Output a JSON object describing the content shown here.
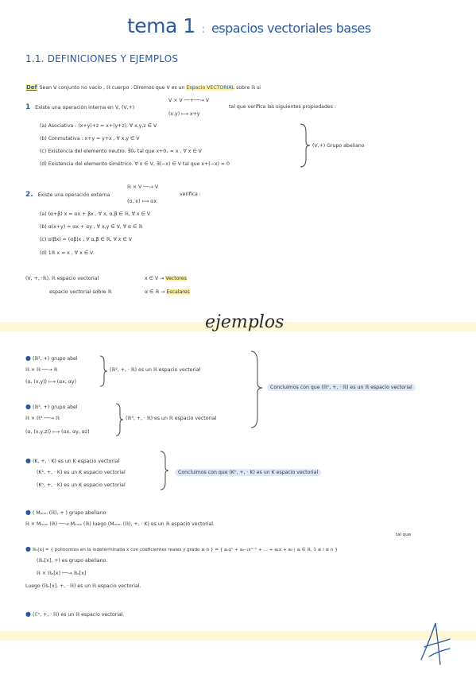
{
  "title": {
    "main": "tema 1",
    "sep": ":",
    "sub": "espacios vectoriales bases"
  },
  "section": "1.1. DEFINICIONES  Y  EJEMPLOS",
  "definition": {
    "tag": "Def",
    "text_before": "Sean  V  conjunto no vacío ,  ℝ  cuerpo . Diremos  que  V  es  un",
    "highlight": "Espacio  VECTORIAL",
    "text_after": "sobre  ℝ  si"
  },
  "prop1": {
    "number": "1",
    "text": "Existe  una  operación  interna  en  V,  (V,+)",
    "map_top": "V × V  ──+──→  V",
    "map_bottom": "(x,y)  ⟼  x+y",
    "tail": "tal  que  verifica  las  siguientes  propiedades :",
    "items": [
      "(a)  Asociativa :  (x+y)+z =  x+(y+z),  ∀ x,y,z ∈ V",
      "(b)  Conmutativa :   x+y  = y+x ,  ∀ x,y ∈ V",
      "(c)  Existencia  del  elemento  neutro.  ∃0ᵥ  tal  que    x+0ᵥ = x , ∀ x ∈ V",
      "(d)  Existencia  del  elemento  simétrico.   ∀ x ∈ V,  ∃(−x) ∈ V  tal  que   x+(−x) = 0"
    ],
    "group_label": "(V,+)  Grupo  abeliano"
  },
  "prop2": {
    "number": "2.",
    "text": "Existe  una  operación  externa",
    "map_top": "ℝ × V  ──→  V",
    "map_bottom": "(α, x) ⟼ αx",
    "tail": "verifica  :",
    "items": [
      "(a)  (α+β) x =  αx + βx ,  ∀ x,  α,β ∈ ℝ,  ∀ x ∈ V",
      "(b)  α(x+y)  =  αx + αy ,  ∀ x,y ∈ V,  ∀ α ∈ ℝ",
      "(c)  α(βx) =  (αβ)x ,   ∀ α,β ∈ ℝ,  ∀ x ∈ V",
      "(d)  1ℝ x = x ,  ∀ x ∈ V."
    ]
  },
  "summary": {
    "left_top": "(V, +, ·ℝ),  ℝ  espacio  vectorial",
    "left_bottom": "espacio  vectorial  sobre  ℝ",
    "right_top_pre": "x ∈ V  →",
    "right_top_hl": "Vectores",
    "right_bottom_pre": "α ∈ ℝ  →",
    "right_bottom_hl": "Escalares"
  },
  "ejemplos_heading": "ejemplos",
  "ex1": {
    "l1": "(ℝ², +)  grupo  abel",
    "l2": "ℝ × ℝ  ──→  ℝ",
    "l3": "(α, (x,y)) ⟼ (αx, αy)",
    "mid": "(ℝ², +, · ℝ)  es  un  ℝ  espacio  vectorial"
  },
  "ex2": {
    "l1": "(ℝ³, +)  grupo  abel",
    "l2": "ℝ × ℝ³  ──→  ℝ",
    "l3": "(α, (x,y,z)) ⟼ (αx, αy, αz)",
    "mid": "(ℝ³, +, · ℝ)  es  un  ℝ  espacio  vectorial"
  },
  "conclusion1": "Concluimos  con  que  (ℝⁿ, +, · ℝ)  es  un  ℝ  espacio  vectorial",
  "ex3": {
    "l1": "(K, +, · K)  es  un  K  espacio  vectorial",
    "l2": "(K², +, · K)  es  un  K  espacio  vectorial",
    "l3": "(Kⁿ, +, · K)  es  un  K  espacio  vectorial",
    "conclusion": "Concluimos  con  que  (Kⁿ, +, · K)  es  un  K  espacio  vectorial"
  },
  "ex4": {
    "l1": "( Mₘₓₙ (ℝ), + )  grupo  abeliano",
    "l2": "ℝ × Mₘₓₙ (ℝ)  ──→  Mₘₓₙ (ℝ)   luego   (Mₘₓₙ (ℝ),  +,  · K)  es  un  ℝ  espacio  vectorial."
  },
  "ex5": {
    "tal_que": "tal que",
    "l1": "ℝₙ[x] = { polinomios  en  la  indeterminada  x  con  coeficientes  reales  y  grado ≤ n } = { aₙxⁿ + aₙ₋₁xⁿ⁻¹ + … + a₁x + a₀ | aᵢ ∈ ℝ,  1 ≤ i ≤ n }",
    "l2": "(ℝₙ[x], +)  es  grupo  abeliano.",
    "l3": "ℝ × ℝₙ[x]  ──→  ℝₙ[x]",
    "l4": "Luego  (ℝₙ[x], +, · ℝ)  es  un  ℝ  espacio  vectorial."
  },
  "ex6": "(ℂⁿ,  +,  · ℝ)  es  un  ℝ  espacio  vectorial.",
  "colors": {
    "accent": "#2a5a9e",
    "highlight_yellow": "#fff3a0",
    "highlight_blue": "#dde9f9",
    "band": "#fff8d6"
  }
}
